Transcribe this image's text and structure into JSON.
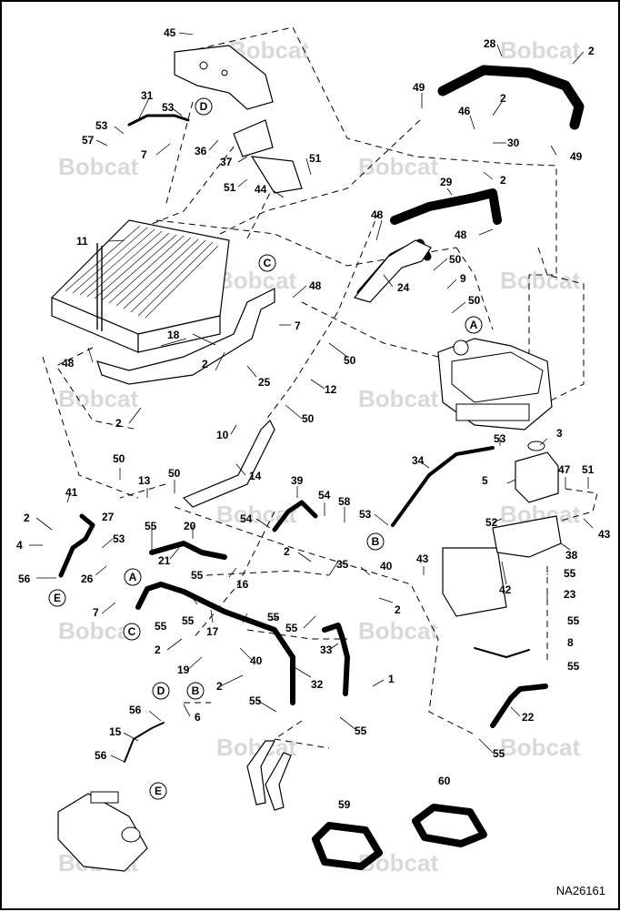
{
  "watermark": {
    "text": "Bobcat",
    "color": "#d9d9d9"
  },
  "diagram_code": "NA26161",
  "references": [
    "A",
    "B",
    "C",
    "D",
    "E"
  ],
  "callouts": [
    "1",
    "2",
    "3",
    "4",
    "5",
    "6",
    "7",
    "8",
    "9",
    "10",
    "11",
    "12",
    "13",
    "14",
    "15",
    "16",
    "17",
    "18",
    "19",
    "20",
    "21",
    "22",
    "23",
    "24",
    "25",
    "26",
    "27",
    "28",
    "29",
    "30",
    "31",
    "32",
    "33",
    "34",
    "35",
    "36",
    "37",
    "38",
    "39",
    "40",
    "41",
    "42",
    "43",
    "44",
    "45",
    "46",
    "47",
    "48",
    "49",
    "50",
    "51",
    "52",
    "53",
    "54",
    "55",
    "56",
    "57",
    "58",
    "59",
    "60"
  ]
}
